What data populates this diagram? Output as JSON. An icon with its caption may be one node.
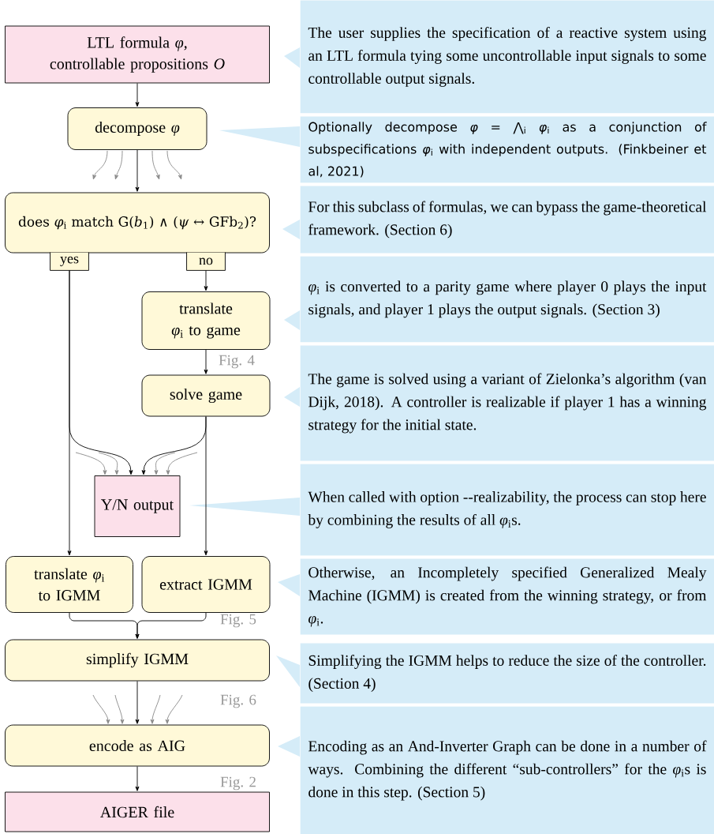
{
  "diagram": {
    "nodes": [
      {
        "text": [
          "LTL formula *φ*, controllable propositions *O*"
        ]
      },
      {
        "text": [
          "decompose *φ*"
        ]
      },
      {
        "text": [
          "does *φ*$_{i}$ match G(*b*$_{1}$) ∧ (*ψ* ↔ GFb$_{2}$)?"
        ]
      },
      {
        "text": [
          "yes"
        ]
      },
      {
        "text": [
          "no"
        ]
      },
      {
        "text": [
          "translate *φ*$_{i}$ to game"
        ]
      },
      {
        "text": [
          "solve game"
        ]
      },
      {
        "text": [
          "Y/N output"
        ]
      },
      {
        "text": [
          "translate *φ*$_{i}$ to IGMM"
        ]
      },
      {
        "text": [
          "extract IGMM"
        ]
      },
      {
        "text": [
          "simplify IGMM"
        ]
      },
      {
        "text": [
          "encode as AIG"
        ]
      },
      {
        "text": [
          "AIGER file"
        ]
      },
      {
        "text": [
          "The user supplies the specification of a reactive system using an LTL formula tying some uncontrollable input signals to some controllable output signals."
        ]
      },
      {
        "text": [
          "Optionally decompose *φ* = ⋀$_{i}$ *φ*$_{i}$ as a conjunction of subspecifications *φ*$_{i}$ with independent outputs. (Finkbeiner et al, 2021)"
        ]
      },
      {
        "text": [
          "For this subclass of formulas, we can bypass the game-theoretical framework. (Section 6)"
        ]
      },
      {
        "text": [
          "*φ*$_{i}$ is converted to a parity game where player 0 plays the input signals, and player 1 plays the output signals. (Section 3)"
        ]
      },
      {
        "text": [
          "The game is solved using a variant of Zielonka’s algorithm (van Dijk, 2018). A controller is realizable if player 1 has a winning strategy for the initial state."
        ]
      },
      {
        "text": [
          "When called with option --realizability, the process can stop here by combining the results of all *φ*$_{i}$s."
        ]
      },
      {
        "text": [
          "Otherwise, an Incompletely specified Generalized Mealy Machine (IGMM) is created from the winning strategy, or from *φ*$_{i}$."
        ]
      },
      {
        "text": [
          "Simplifying the IGMM helps to reduce the size of the controller. (Section 4)"
        ]
      },
      {
        "text": [
          "Encoding as an And-Inverter Graph can be done in a number of ways. Combining the different “sub-controllers” for the *φ*$_{i}$s is done in this step. (Section 5)"
        ]
      }
    ],
    "edges": [
      {
        "from": 0,
        "to": 1,
        "arrow": "to"
      },
      {
        "from": 1,
        "to": null,
        "arrow": "to",
        "color": "#888888"
      },
      {
        "from": 1,
        "to": null,
        "arrow": "to",
        "color": "#888888"
      },
      {
        "from": 1,
        "to": null,
        "arrow": "to",
        "color": "#888888"
      },
      {
        "from": 1,
        "to": null,
        "arrow": "to",
        "color": "#888888"
      },
      {
        "from": 1,
        "to": 2,
        "arrow": "to"
      },
      {
        "from": 4,
        "to": 5,
        "arrow": "to"
      },
      {
        "from": 5,
        "to": 6,
        "arrow": "to"
      },
      {
        "from": 3,
        "to": 8,
        "arrow": "to"
      },
      {
        "from": 3,
        "to": 7,
        "arrow": "to"
      },
      {
        "from": 6,
        "to": 7,
        "arrow": "to"
      },
      {
        "from": 6,
        "to": 9,
        "arrow": "to"
      },
      {
        "from": null,
        "to": 7,
        "arrow": "to",
        "color": "#888888"
      },
      {
        "from": null,
        "to": 7,
        "arrow": "to",
        "color": "#888888"
      },
      {
        "from": null,
        "to": 7,
        "arrow": "to",
        "color": "#888888"
      },
      {
        "from": null,
        "to": 7,
        "arrow": "to",
        "color": "#888888"
      },
      {
        "from": 8,
        "to": 10,
        "arrow": "to"
      },
      {
        "from": 9,
        "to": 10,
        "arrow": "to"
      },
      {
        "from": 10,
        "to": 11,
        "arrow": "to"
      },
      {
        "from": null,
        "to": 11,
        "arrow": "to",
        "color": "#888888"
      },
      {
        "from": null,
        "to": 11,
        "arrow": "to",
        "color": "#888888"
      },
      {
        "from": null,
        "to": 11,
        "arrow": "to",
        "color": "#888888"
      },
      {
        "from": null,
        "to": 11,
        "arrow": "to",
        "color": "#888888"
      },
      {
        "from": 11,
        "to": 12,
        "arrow": "to"
      }
    ],
    "labels": [
      "Fig. 4",
      "Fig. 5",
      "Fig. 6",
      "Fig. 2"
    ]
  }
}
